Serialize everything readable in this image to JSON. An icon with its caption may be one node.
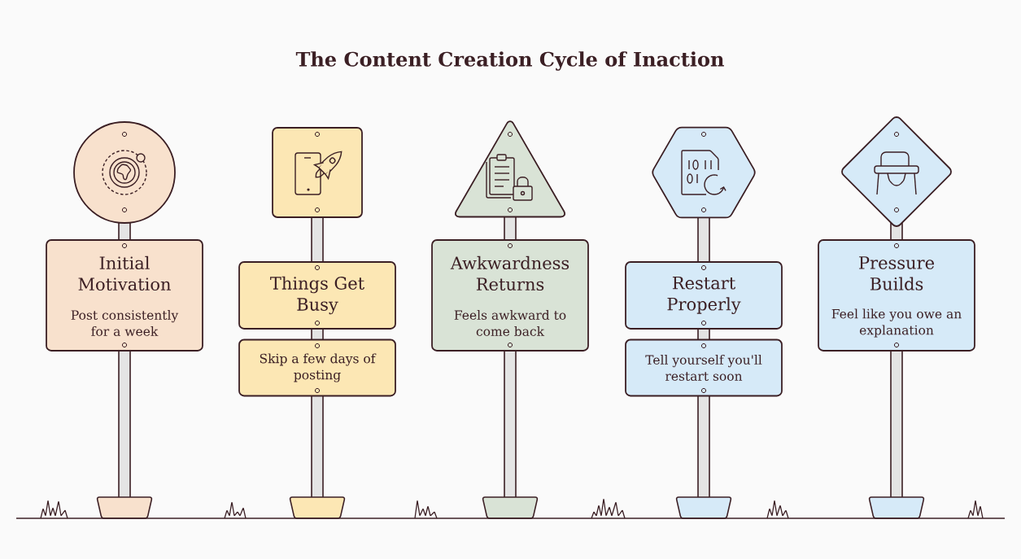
{
  "diagram": {
    "title": "The Content Creation Cycle of Inaction",
    "nodes": [
      {
        "text": [],
        "shape": "circle"
      },
      {
        "text": [
          "Initial Motivation",
          "Post consistently for a week"
        ]
      },
      {
        "text": [],
        "shape": "box"
      },
      {
        "text": [
          "Things Get Busy"
        ]
      },
      {
        "text": [
          "Skip a few days of posting"
        ]
      },
      {
        "text": [],
        "shape": "triangle"
      },
      {
        "text": [
          "Awkwardness Returns",
          "Feels awkward to come back"
        ]
      },
      {
        "text": [],
        "shape": "hexagon"
      },
      {
        "text": [
          "Restart Properly"
        ]
      },
      {
        "text": [
          "Tell yourself you'll restart soon"
        ]
      },
      {
        "text": [],
        "shape": "diamond"
      },
      {
        "text": [
          "Pressure Builds",
          "Feel like you owe an explanation"
        ]
      }
    ]
  }
}
